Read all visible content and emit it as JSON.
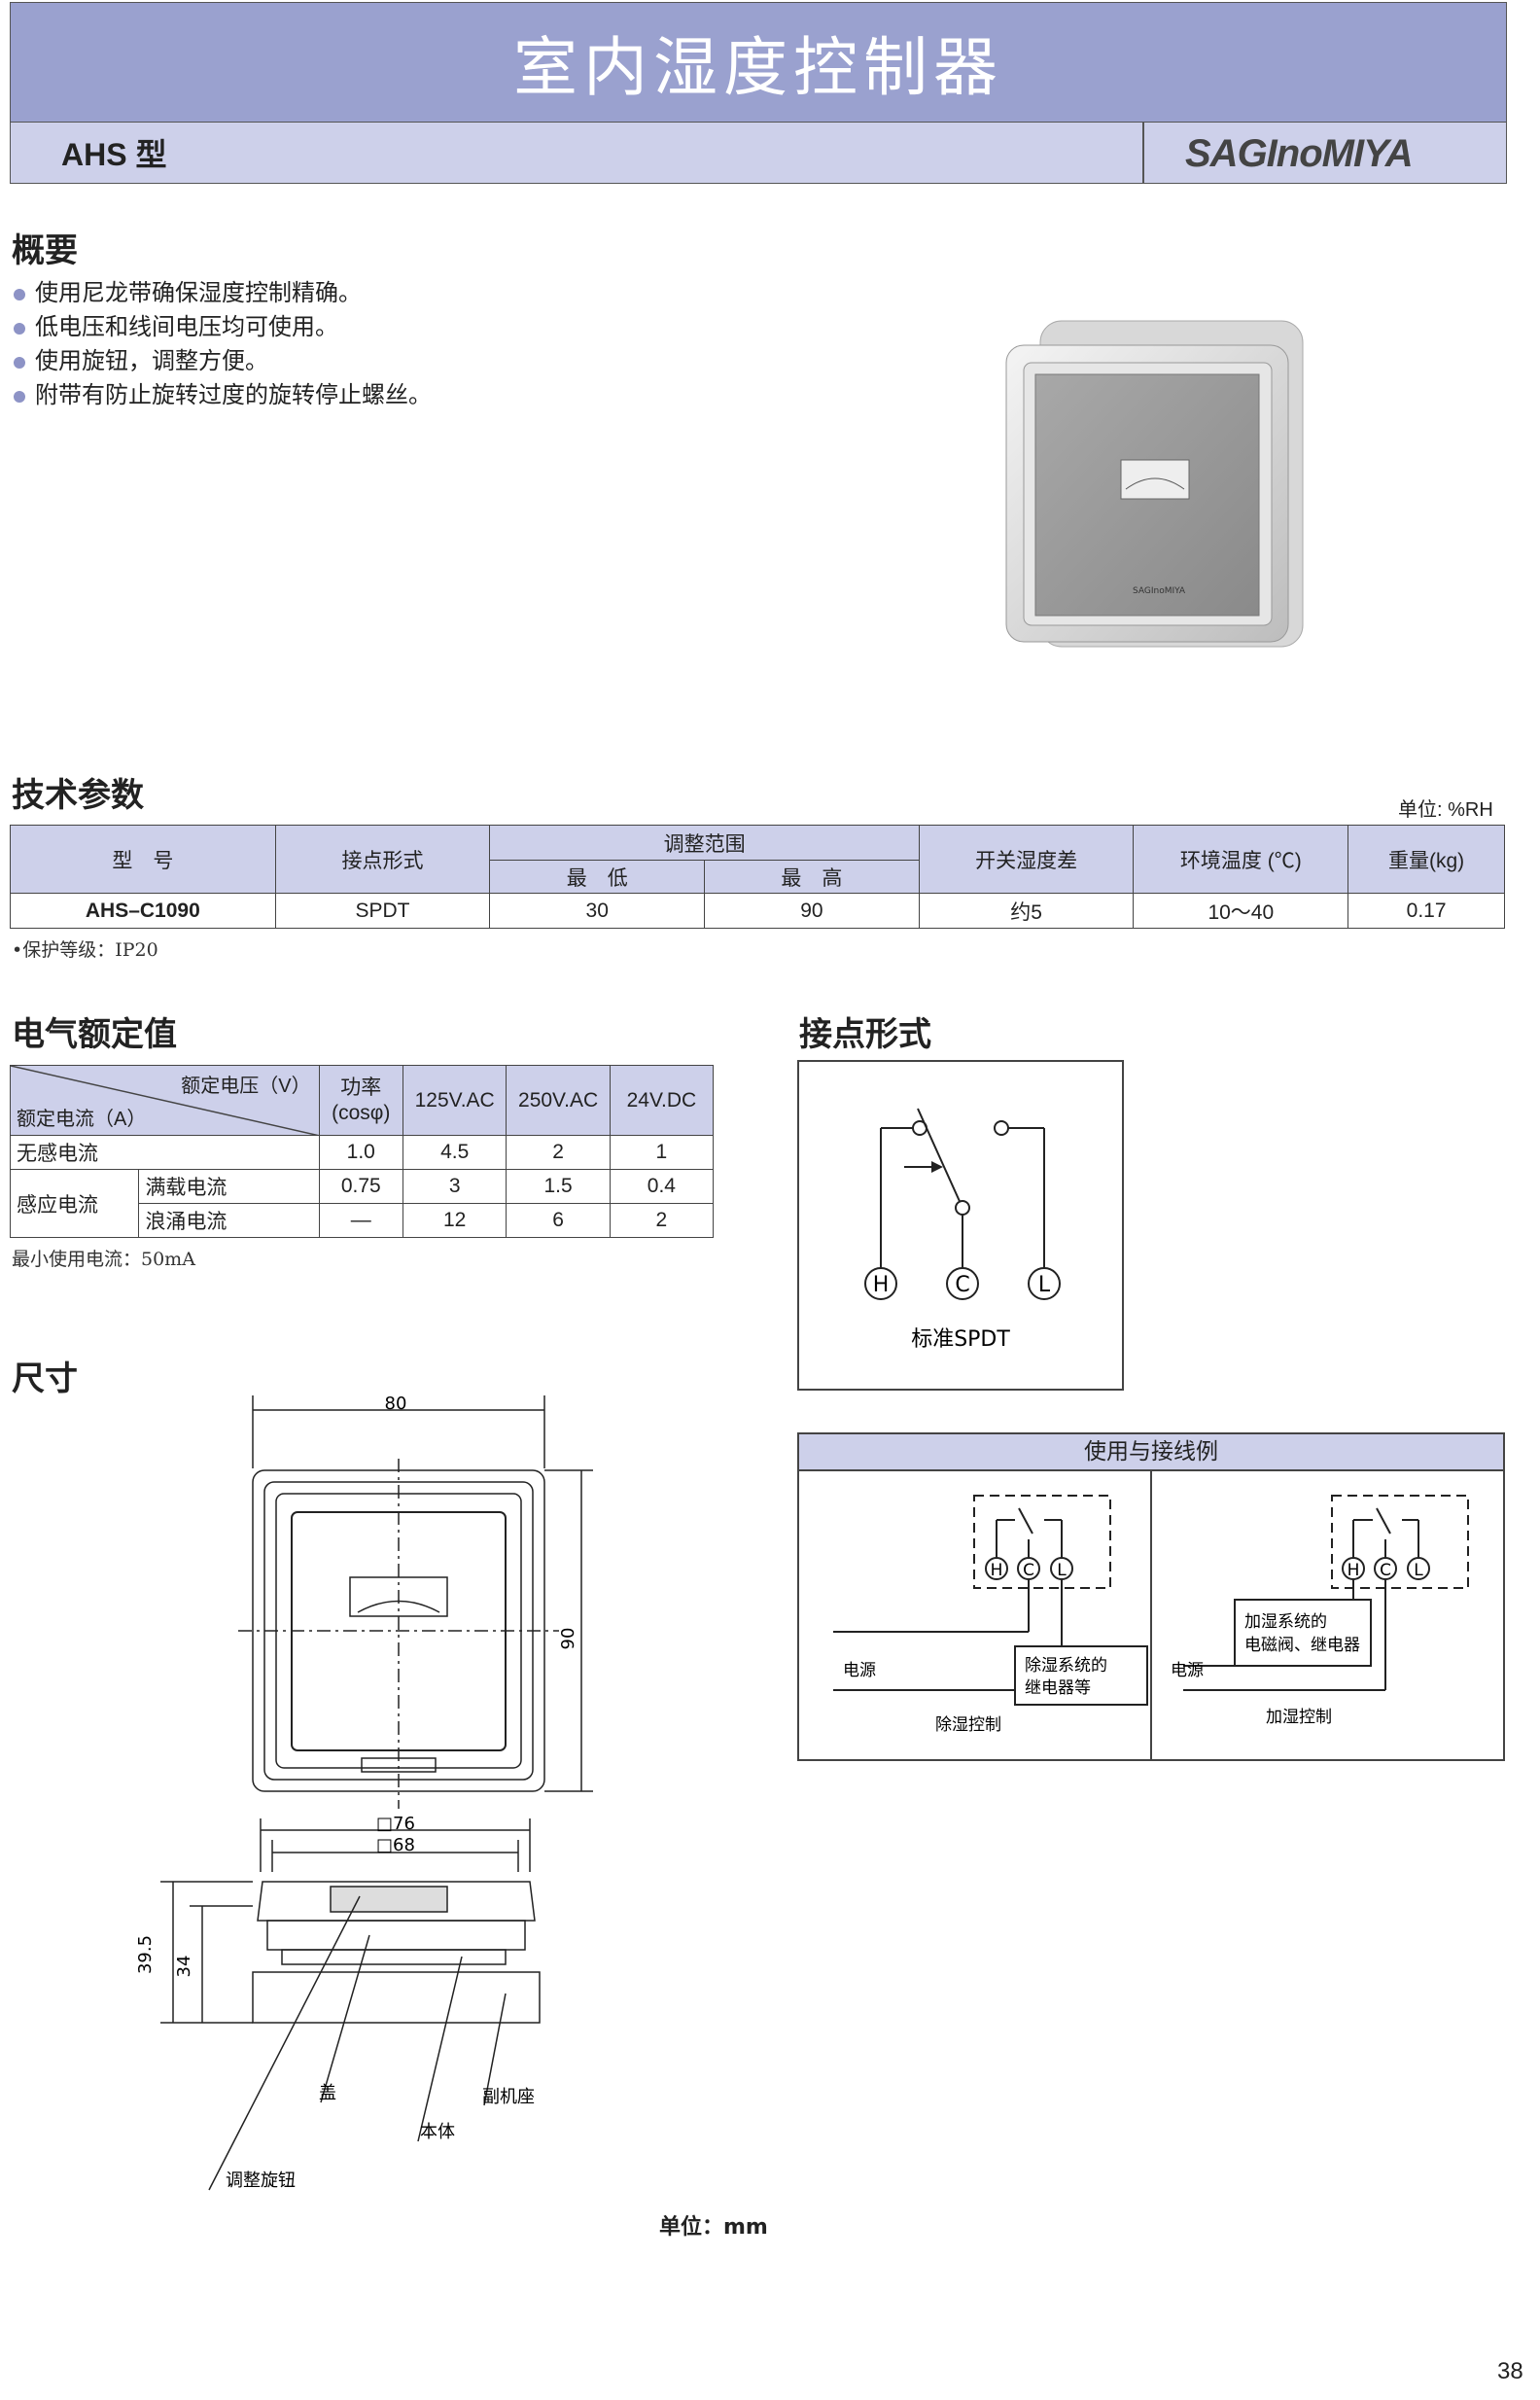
{
  "header": {
    "title": "室内湿度控制器",
    "model": "AHS 型",
    "brand": "SAGInoMIYA"
  },
  "overview": {
    "heading": "概要",
    "bullets": [
      "使用尼龙带确保湿度控制精确。",
      "低电压和线间电压均可使用。",
      "使用旋钮，调整方便。",
      "附带有防止旋转过度的旋转停止螺丝。"
    ]
  },
  "specs": {
    "heading": "技术参数",
    "unit": "单位: %RH",
    "headers": {
      "model": "型　号",
      "contact": "接点形式",
      "range": "调整范围",
      "min": "最　低",
      "max": "最　高",
      "diff": "开关湿度差",
      "ambient": "环境温度 (℃)",
      "weight": "重量(kg)"
    },
    "row": {
      "model": "AHS–C1090",
      "contact": "SPDT",
      "min": "30",
      "max": "90",
      "diff": "约5",
      "ambient": "10〜40",
      "weight": "0.17"
    },
    "note": "•保护等级：IP20"
  },
  "electrical": {
    "heading": "电气额定值",
    "corner_top": "额定电压（V）",
    "corner_bottom": "额定电流（A）",
    "pf_label": "功率\n(cosφ)",
    "voltages": [
      "125V.AC",
      "250V.AC",
      "24V.DC"
    ],
    "rows": [
      {
        "label": "无感电流",
        "sub": "",
        "pf": "1.0",
        "vals": [
          "4.5",
          "2",
          "1"
        ]
      },
      {
        "label": "感应电流",
        "sub": "满载电流",
        "pf": "0.75",
        "vals": [
          "3",
          "1.5",
          "0.4"
        ]
      },
      {
        "label": "",
        "sub": "浪涌电流",
        "pf": "—",
        "vals": [
          "12",
          "6",
          "2"
        ]
      }
    ],
    "note": "最小使用电流：50mA"
  },
  "contact_form": {
    "heading": "接点形式",
    "terminals": [
      "H",
      "C",
      "L"
    ],
    "caption": "标准SPDT"
  },
  "wiring": {
    "title": "使用与接线例",
    "left": {
      "supply": "电源",
      "load_line1": "除湿系统的",
      "load_line2": "继电器等",
      "caption": "除湿控制"
    },
    "right": {
      "supply": "电源",
      "load_line1": "加湿系统的",
      "load_line2": "电磁阀、继电器",
      "caption": "加湿控制"
    }
  },
  "dimensions": {
    "heading": "尺寸",
    "width": "80",
    "height": "90",
    "outer": "□76",
    "inner": "□68",
    "h1": "39.5",
    "h2": "34",
    "parts": [
      "盖",
      "本体",
      "副机座",
      "调整旋钮"
    ],
    "unit": "单位：mm"
  },
  "page_number": "38"
}
